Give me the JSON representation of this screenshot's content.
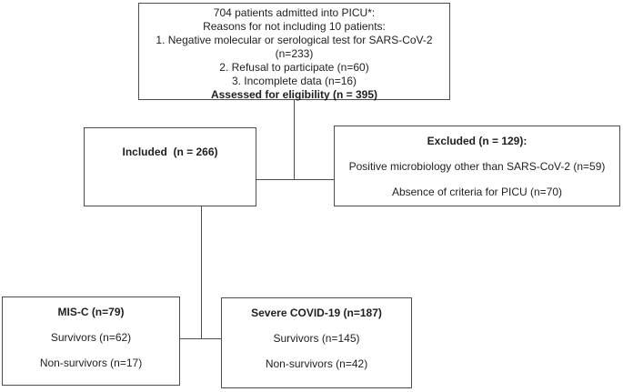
{
  "colors": {
    "border": "#4d4d4d",
    "text": "#1f1f1f",
    "background": "#ffffff"
  },
  "diagram": {
    "eligibility_box": {
      "lines": [
        "704 patients admitted into PICU*:",
        "Reasons for not including 10 patients:",
        "1. Negative molecular or serological test for SARS-CoV-2",
        "(n=233)",
        "2. Refusal to participate (n=60)",
        "3. Incomplete data (n=16)"
      ],
      "bold_line": "Assessed for eligibility (n = 395)"
    },
    "included_box": {
      "title": "Included  (n = 266)"
    },
    "excluded_box": {
      "title": "Excluded (n = 129):",
      "lines": [
        "Positive microbiology other than SARS-CoV-2 (n=59)",
        "Absence of criteria for PICU (n=70)"
      ]
    },
    "misc_box": {
      "title": "MIS-C (n=79)",
      "lines": [
        "Survivors (n=62)",
        "Non-survivors (n=17)"
      ]
    },
    "severe_covid_box": {
      "title": "Severe COVID-19 (n=187)",
      "lines": [
        "Survivors (n=145)",
        "Non-survivors (n=42)"
      ]
    }
  }
}
